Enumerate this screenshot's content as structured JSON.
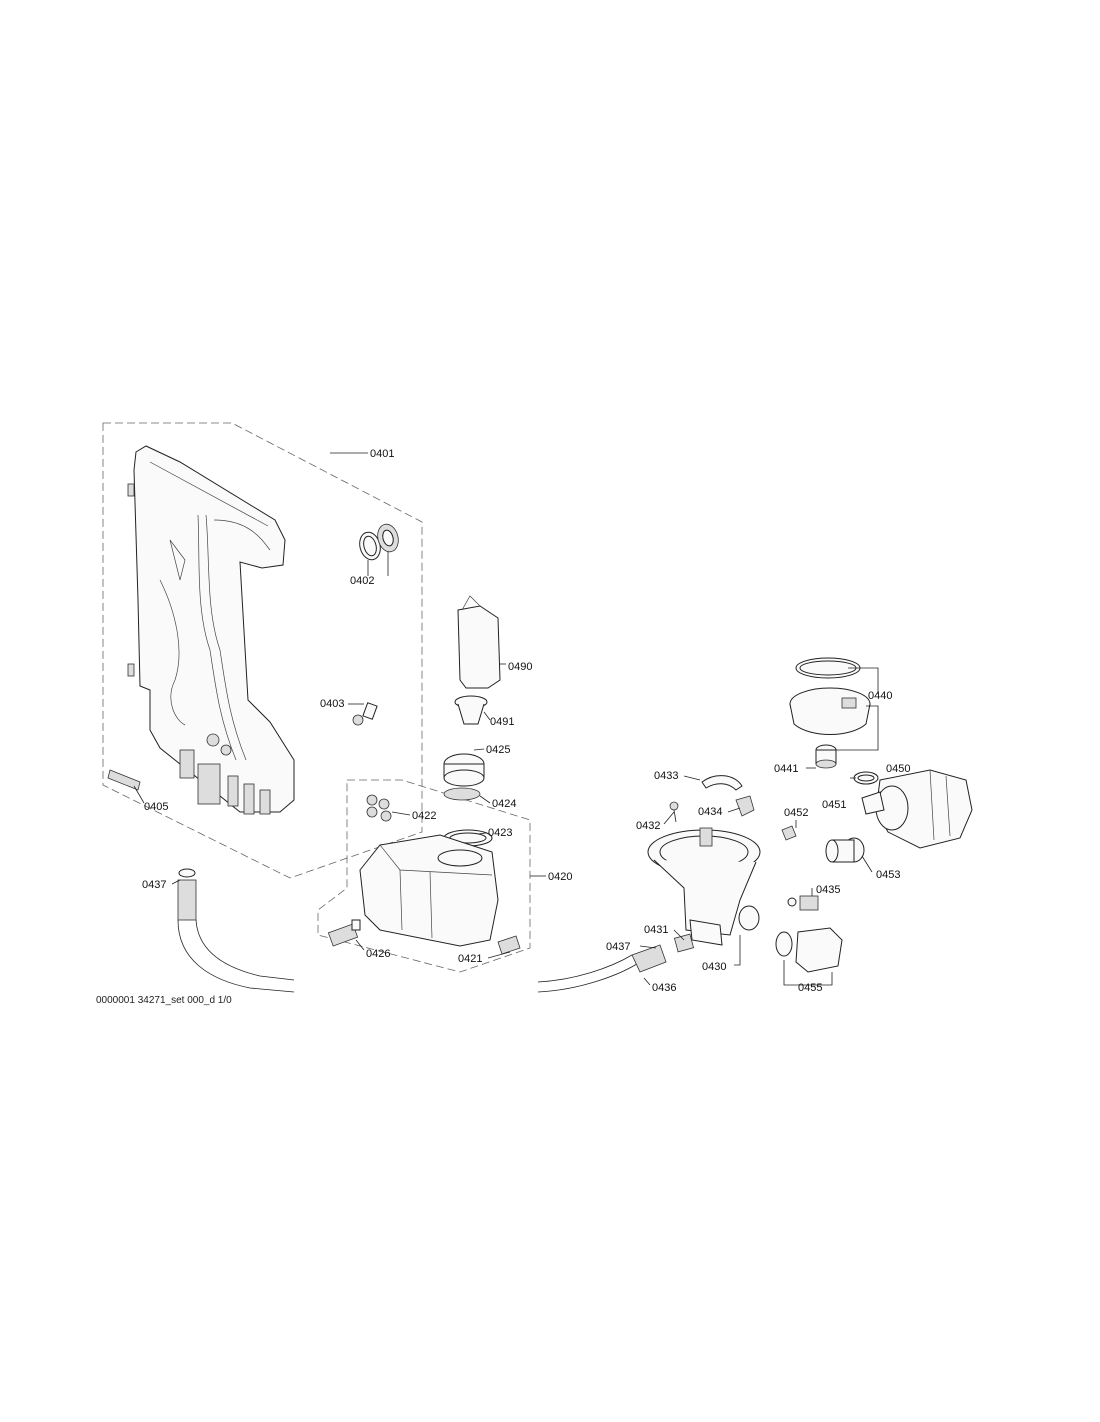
{
  "labels": {
    "l0401": "0401",
    "l0402": "0402",
    "l0403": "0403",
    "l0405": "0405",
    "l0437a": "0437",
    "l0490": "0490",
    "l0491": "0491",
    "l0425": "0425",
    "l0424": "0424",
    "l0422": "0422",
    "l0423": "0423",
    "l0420": "0420",
    "l0426": "0426",
    "l0421": "0421",
    "l0433": "0433",
    "l0432": "0432",
    "l0434": "0434",
    "l0431": "0431",
    "l0437b": "0437",
    "l0430": "0430",
    "l0436": "0436",
    "l0440": "0440",
    "l0441": "0441",
    "l0450": "0450",
    "l0451": "0451",
    "l0452": "0452",
    "l0453": "0453",
    "l0435": "0435",
    "l0455": "0455"
  },
  "footer_text": "0000001 34271_set 000_d 1/0"
}
